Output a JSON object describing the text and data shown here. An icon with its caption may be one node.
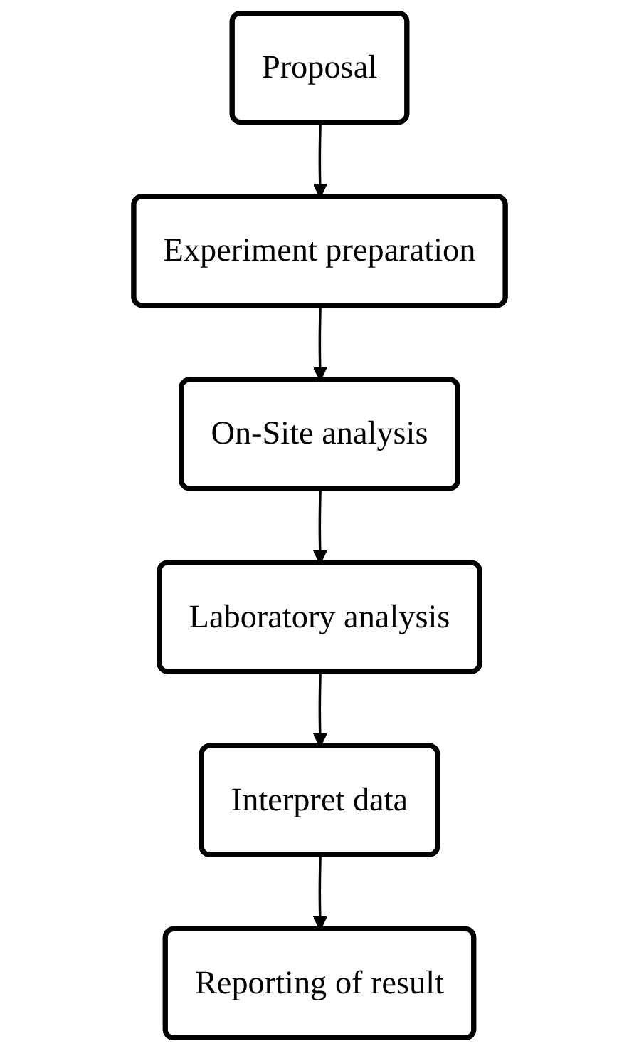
{
  "diagram": {
    "nodes": [
      {
        "text": [
          "Proposal"
        ]
      },
      {
        "text": [
          "Experiment preparation"
        ]
      },
      {
        "text": [
          "On-Site analysis"
        ]
      },
      {
        "text": [
          "Laboratory analysis"
        ]
      },
      {
        "text": [
          "Interpret data"
        ]
      },
      {
        "text": [
          "Reporting of result"
        ]
      }
    ],
    "edges": [
      {
        "from": 0,
        "to": 1,
        "arrow": "to"
      },
      {
        "from": 1,
        "to": 2,
        "arrow": "to"
      },
      {
        "from": 2,
        "to": 3,
        "arrow": "to"
      },
      {
        "from": 3,
        "to": 4,
        "arrow": "to"
      },
      {
        "from": 4,
        "to": 5,
        "arrow": "to"
      }
    ]
  }
}
